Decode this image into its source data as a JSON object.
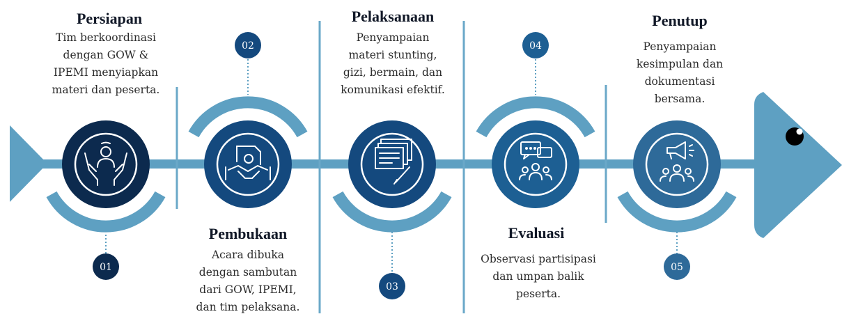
{
  "colors": {
    "spine": "#5ea0c2",
    "navy": "#0c2a4e",
    "blue": "#14497e",
    "mid": "#1d5f93",
    "steel": "#2e6a99",
    "divider": "#6aa8c8",
    "eye": "#000000"
  },
  "steps": [
    {
      "number": "01",
      "title": "Persiapan",
      "lines": [
        "Tim berkoordinasi",
        "dengan GOW &",
        "IPEMI menyiapkan",
        "materi dan peserta."
      ],
      "icon": "hands-person-icon"
    },
    {
      "number": "02",
      "title": "Pembukaan",
      "lines": [
        "Acara dibuka",
        "dengan sambutan",
        "dari GOW, IPEMI,",
        "dan tim pelaksana."
      ],
      "icon": "handshake-document-icon"
    },
    {
      "number": "03",
      "title": "Pelaksanaan",
      "lines": [
        "Penyampaian",
        "materi stunting,",
        "gizi, bermain, dan",
        "komunikasi efektif."
      ],
      "icon": "presentation-slides-icon"
    },
    {
      "number": "04",
      "title": "Evaluasi",
      "lines": [
        "Observasi partisipasi",
        "dan umpan balik",
        "peserta."
      ],
      "icon": "chat-group-icon"
    },
    {
      "number": "05",
      "title": "Penutup",
      "lines": [
        "Penyampaian",
        "kesimpulan dan",
        "dokumentasi",
        "bersama."
      ],
      "icon": "megaphone-group-icon"
    }
  ]
}
